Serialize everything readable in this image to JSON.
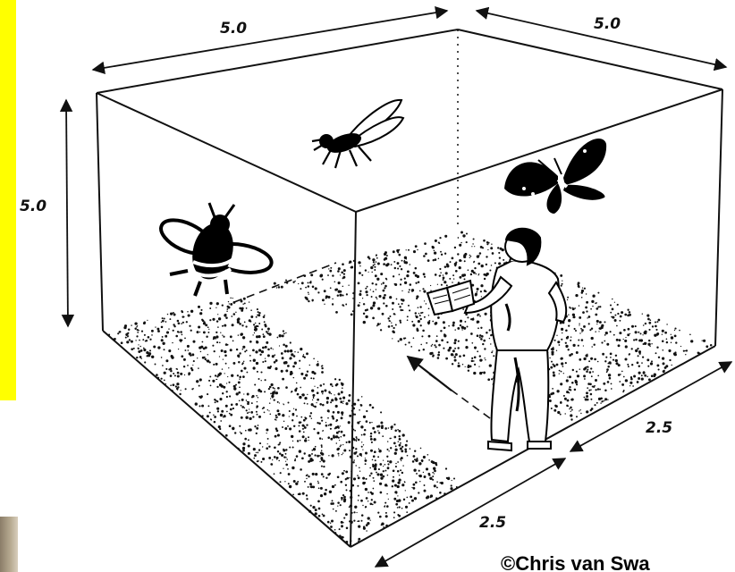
{
  "dimensions": {
    "top_left": "5.0",
    "top_right": "5.0",
    "left_height": "5.0",
    "bottom_front": "2.5",
    "bottom_right": "2.5"
  },
  "credit": "©Chris van Swa",
  "colors": {
    "highlight_band": "#ffff00",
    "ink": "#000000"
  },
  "icons": [
    "fly-icon",
    "butterfly-icon",
    "bee-icon",
    "person-icon",
    "book-icon",
    "direction-arrow-icon"
  ]
}
